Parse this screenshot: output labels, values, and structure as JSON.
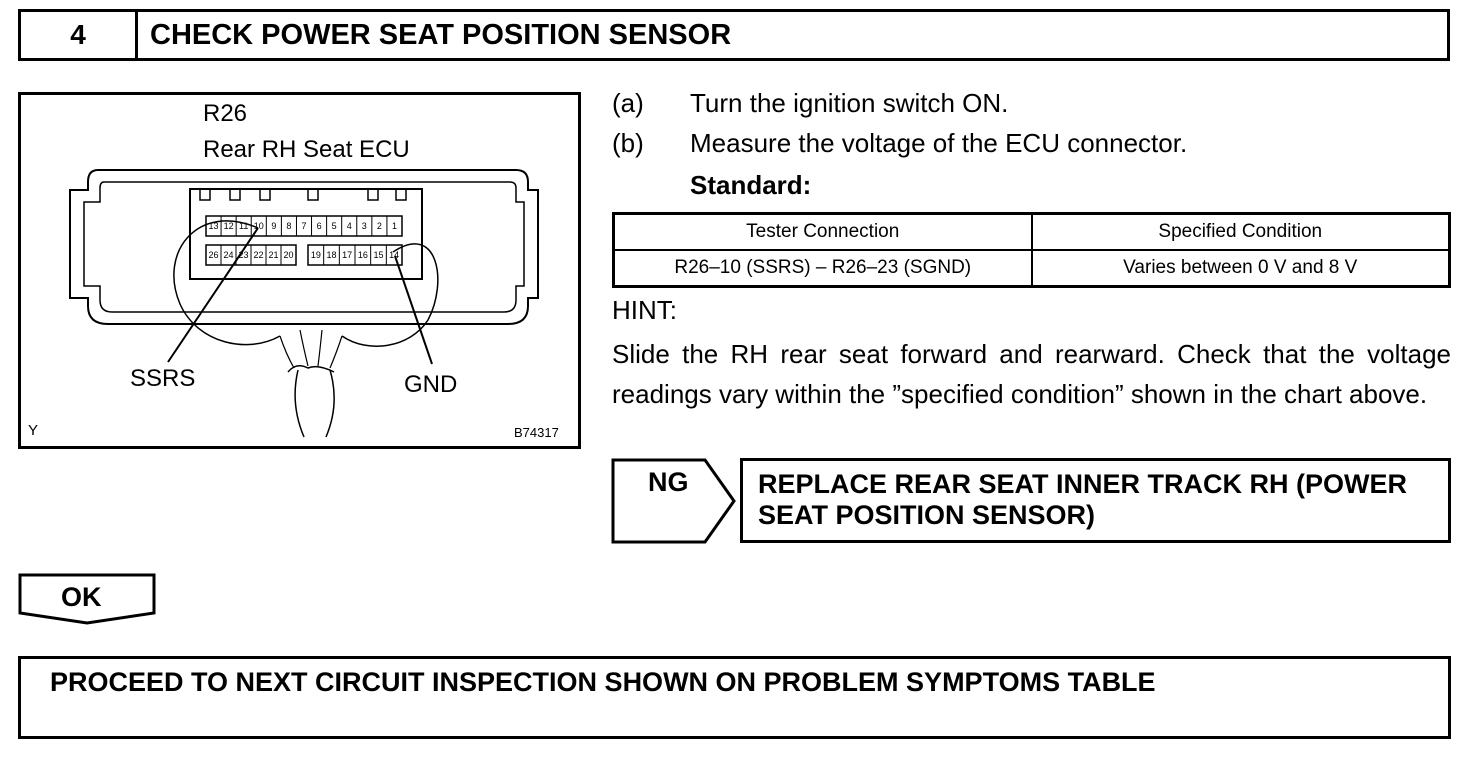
{
  "step": {
    "number": "4",
    "title": "CHECK POWER SEAT POSITION SENSOR"
  },
  "diagram": {
    "connector_id": "R26",
    "connector_name": "Rear RH Seat ECU",
    "pins_top": [
      "13",
      "12",
      "11",
      "10",
      "9",
      "8",
      "7",
      "6",
      "5",
      "4",
      "3",
      "2",
      "1"
    ],
    "pins_bottom_left": [
      "26",
      "24",
      "23",
      "22",
      "21",
      "20"
    ],
    "pins_bottom_right": [
      "19",
      "18",
      "17",
      "16",
      "15",
      "14"
    ],
    "label_ssrs": "SSRS",
    "label_gnd": "GND",
    "corner_code": "Y",
    "figure_id": "B74317"
  },
  "instructions": [
    {
      "letter": "(a)",
      "text": "Turn the ignition switch ON."
    },
    {
      "letter": "(b)",
      "text": "Measure the voltage of the ECU connector."
    }
  ],
  "standard_label": "Standard:",
  "table": {
    "headers": [
      "Tester Connection",
      "Specified Condition"
    ],
    "rows": [
      [
        "R26–10 (SSRS) – R26–23 (SGND)",
        "Varies between 0 V and 8 V"
      ]
    ]
  },
  "hint": {
    "label": "HINT:",
    "body": "Slide the RH rear seat forward and rearward. Check that the voltage readings vary within the ”specified condition” shown in the chart above."
  },
  "ng": {
    "label": "NG",
    "result": "REPLACE REAR SEAT INNER TRACK RH (POWER SEAT POSITION SENSOR)"
  },
  "ok": {
    "label": "OK",
    "result": "PROCEED TO NEXT CIRCUIT INSPECTION SHOWN ON PROBLEM SYMPTOMS TABLE"
  }
}
